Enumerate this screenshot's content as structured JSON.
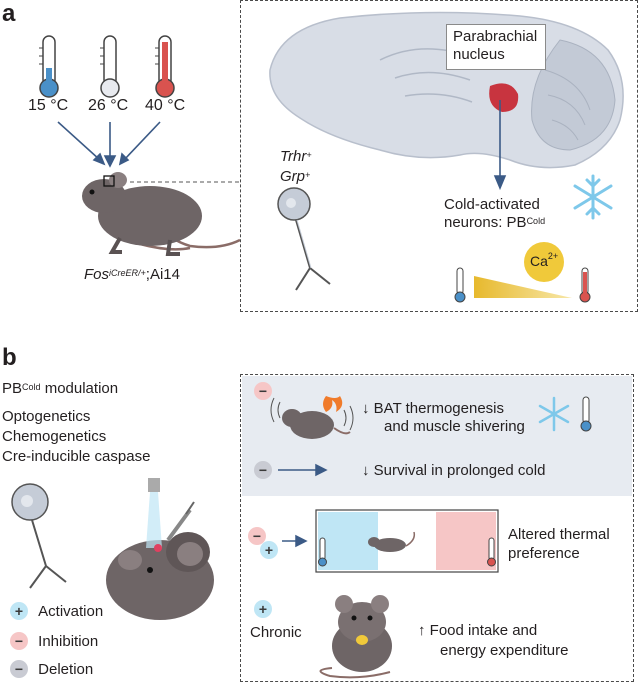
{
  "panel_a": {
    "letter": "a",
    "temps": [
      "15 °C",
      "26 °C",
      "40 °C"
    ],
    "genotype_main": "Fos",
    "genotype_sup": "iCreER/+",
    "genotype_rest": ";Ai14",
    "marker1": "Trhr",
    "marker1_sup": "+",
    "marker2": "Grp",
    "marker2_sup": "+",
    "region_line1": "Parabrachial",
    "region_line2": "nucleus",
    "neurons_line1": "Cold-activated",
    "neurons_line2_pre": "neurons: PB",
    "neurons_line2_sup": "Cold",
    "calcium": "Ca",
    "calcium_sup": "2+"
  },
  "panel_b": {
    "letter": "b",
    "modulation_pre": "PB",
    "modulation_sup": "Cold",
    "modulation_post": " modulation",
    "methods": [
      "Optogenetics",
      "Chemogenetics",
      "Cre-inducible caspase"
    ],
    "legend": [
      {
        "sign": "+",
        "label": "Activation",
        "color": "#bfe6f5"
      },
      {
        "sign": "−",
        "label": "Inhibition",
        "color": "#f6c6c6"
      },
      {
        "sign": "−",
        "label": "Deletion",
        "color": "#c9cbd3"
      }
    ],
    "effects": {
      "bat_line1": "↓  BAT thermogenesis",
      "bat_line2": "and muscle shivering",
      "survival": "↓  Survival in prolonged cold",
      "thermal_line1": "Altered thermal",
      "thermal_line2": "preference",
      "chronic": "Chronic",
      "food_line1": "↑  Food intake and",
      "food_line2": "energy expenditure"
    }
  },
  "colors": {
    "cold": "#4a90c8",
    "neutral": "#d0d4dc",
    "warm": "#d9534f",
    "brain": "#d8dde6",
    "pb_nucleus": "#c8343f",
    "arrow": "#3b5a86",
    "snow": "#7ec8ea",
    "calcium": "#f0c93a",
    "shaded_box": "#e7ebf1"
  }
}
